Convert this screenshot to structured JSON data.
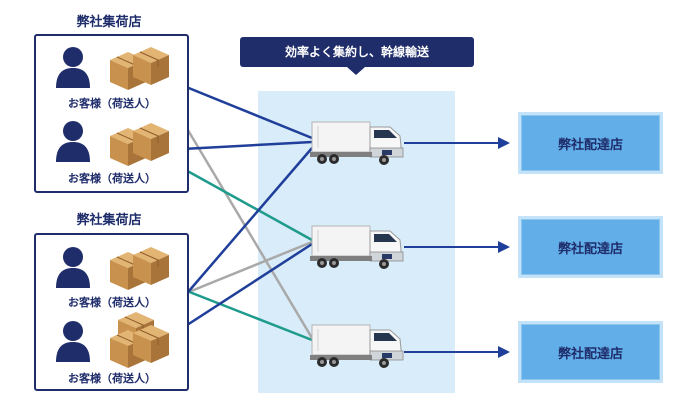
{
  "banner": {
    "text": "効率よく集約し、幹線輸送"
  },
  "origins": [
    {
      "title": "弊社集荷店",
      "customers": [
        "お客様（荷送人）",
        "お客様（荷送人）"
      ]
    },
    {
      "title": "弊社集荷店",
      "customers": [
        "お客様（荷送人）",
        "お客様（荷送人）"
      ]
    }
  ],
  "destinations": [
    "弊社配達店",
    "弊社配達店",
    "弊社配達店"
  ],
  "colors": {
    "navy": "#1f2d6b",
    "route_blue": "#1f3f9a",
    "route_gray": "#a9a9a9",
    "route_teal": "#1f9b8c",
    "zone": "#d9ecf9",
    "dest_fill": "#61aee8",
    "box_brown": "#c8924e"
  },
  "icons": [
    "person-icon",
    "cardboard-boxes-icon",
    "truck-icon",
    "arrow-right-icon"
  ]
}
